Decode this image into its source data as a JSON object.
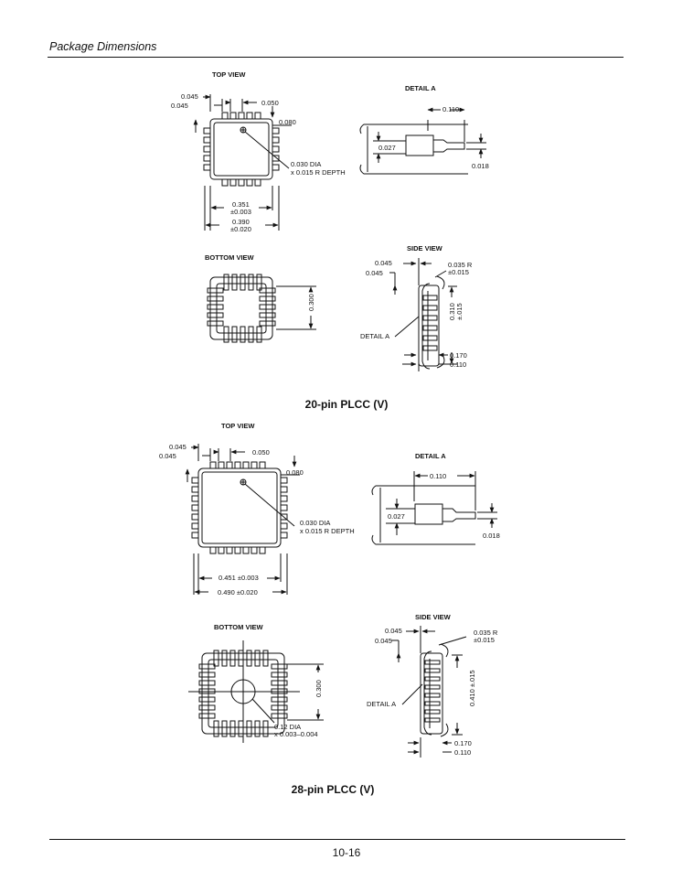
{
  "header": {
    "title": "Package Dimensions"
  },
  "page_number": "10-16",
  "pkg20": {
    "caption": "20-pin PLCC (V)",
    "top_view": "TOP VIEW",
    "d045a": "0.045",
    "d045b": "0.045",
    "d050": "0.050",
    "d080": "0.080",
    "dia1": "0.030 DIA",
    "dia2": "x 0.015 R DEPTH",
    "w351": "0.351",
    "w351t": "±0.003",
    "w390": "0.390",
    "w390t": "±0.020",
    "detail_title": "DETAIL A",
    "det110": "0.110",
    "det027": "0.027",
    "det018": "0.018",
    "bottom_view": "BOTTOM VIEW",
    "bot300": "0.300",
    "side_view": "SIDE VIEW",
    "s045a": "0.045",
    "s045b": "0.045",
    "s035": "0.035 R",
    "s035t": "±0.015",
    "s310": "0.310",
    "s310t": "±.015",
    "s_detail": "DETAIL A",
    "s170": "0.170",
    "s110": "0.110"
  },
  "pkg28": {
    "caption": "28-pin PLCC (V)",
    "top_view": "TOP VIEW",
    "d045a": "0.045",
    "d045b": "0.045",
    "d050": "0.050",
    "d080": "0.080",
    "dia1": "0.030 DIA",
    "dia2": "x 0.015 R DEPTH",
    "w451": "0.451 ±0.003",
    "w490": "0.490 ±0.020",
    "detail_title": "DETAIL A",
    "det110": "0.110",
    "det027": "0.027",
    "det018": "0.018",
    "bottom_view": "BOTTOM VIEW",
    "bot300": "0.300",
    "bdia1": "0.12 DIA",
    "bdia2": "x 0.003–0.004",
    "side_view": "SIDE VIEW",
    "s045a": "0.045",
    "s045b": "0.045",
    "s035": "0.035 R",
    "s035t": "±0.015",
    "s410": "0.410 ±.015",
    "s_detail": "DETAIL A",
    "s170": "0.170",
    "s110": "0.110"
  }
}
